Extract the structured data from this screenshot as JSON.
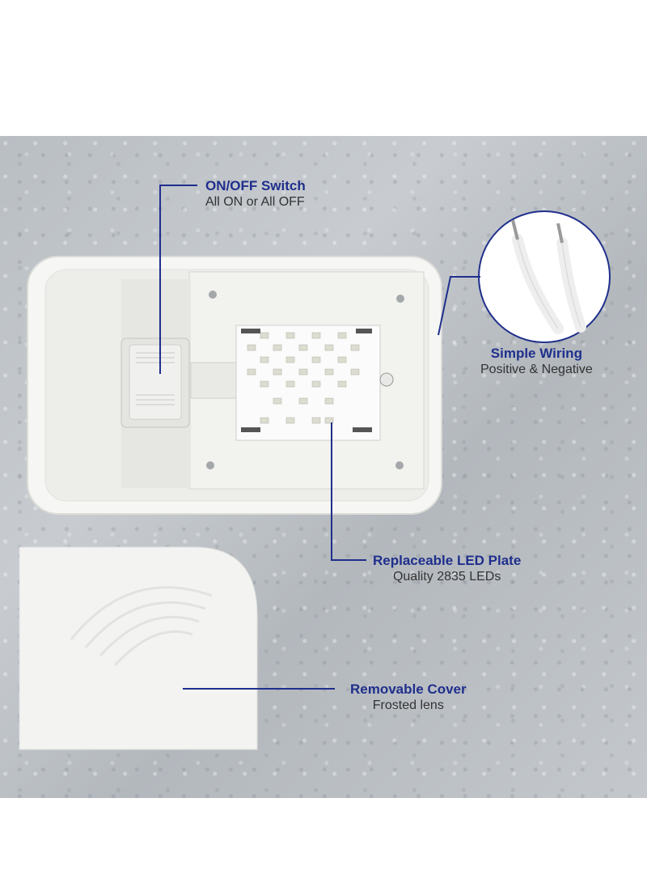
{
  "colors": {
    "accent": "#1f2f8c",
    "background": "#c0c4c8",
    "fixture": "#f4f4f2"
  },
  "callouts": {
    "switch": {
      "title": "ON/OFF Switch",
      "subtitle": "All ON or All OFF"
    },
    "wiring": {
      "title": "Simple Wiring",
      "subtitle": "Positive & Negative"
    },
    "led_plate": {
      "title": "Replaceable LED Plate",
      "subtitle": "Quality 2835 LEDs"
    },
    "cover": {
      "title": "Removable Cover",
      "subtitle": "Frosted lens"
    }
  }
}
